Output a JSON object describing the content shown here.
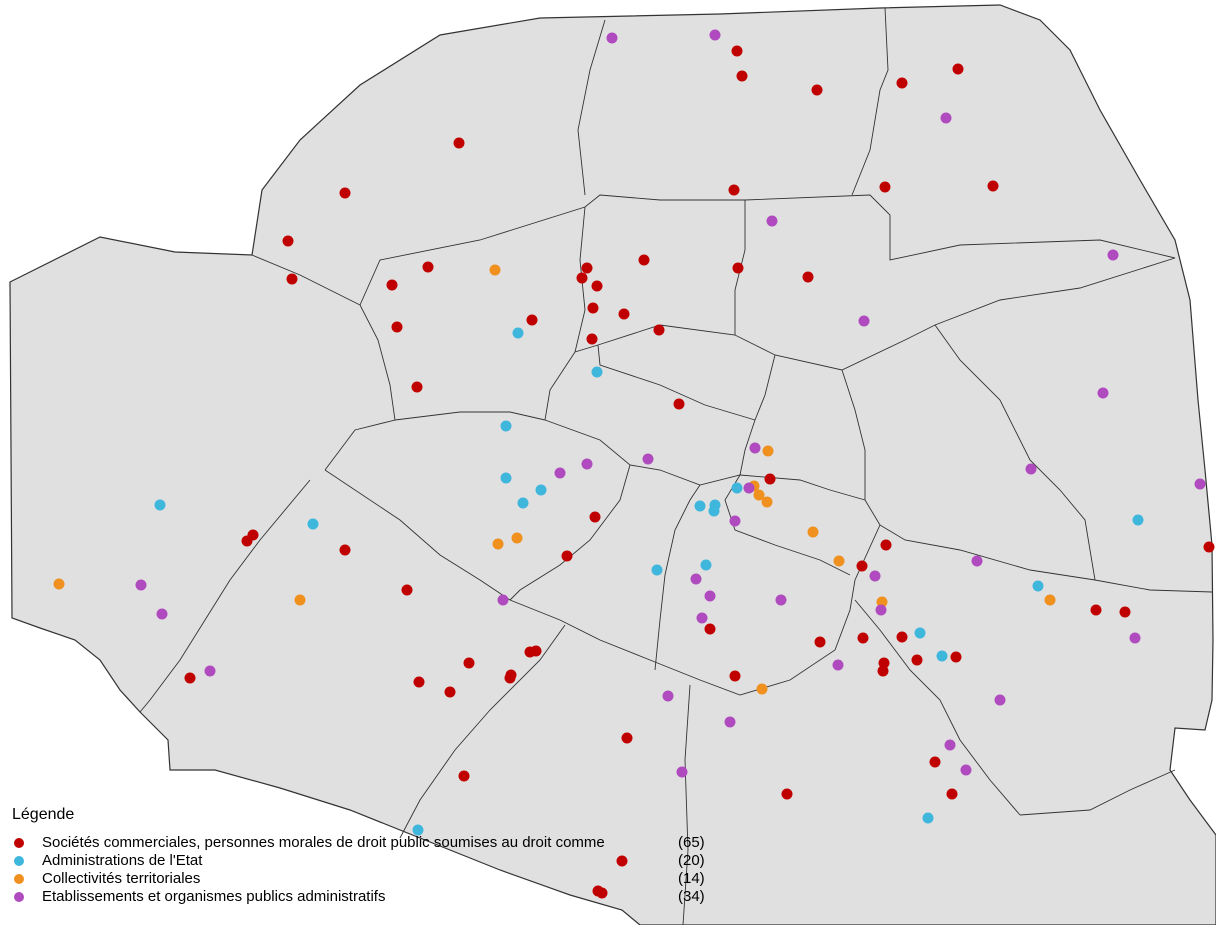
{
  "legend": {
    "title": "Légende",
    "items": [
      {
        "key": "societes",
        "label": "Sociétés commerciales, personnes morales de droit public soumises au droit comme",
        "count": "(65)",
        "color": "#c00000"
      },
      {
        "key": "etat",
        "label": "Administrations de l'Etat",
        "count": "(20)",
        "color": "#3fb7dd"
      },
      {
        "key": "collectivites",
        "label": "Collectivités territoriales",
        "count": "(14)",
        "color": "#f0901e"
      },
      {
        "key": "etablissements",
        "label": "Etablissements et organismes publics administratifs",
        "count": "(34)",
        "color": "#b04bbf"
      }
    ]
  },
  "map_style": {
    "fill": "#e0e0e0",
    "stroke": "#333333"
  }
}
